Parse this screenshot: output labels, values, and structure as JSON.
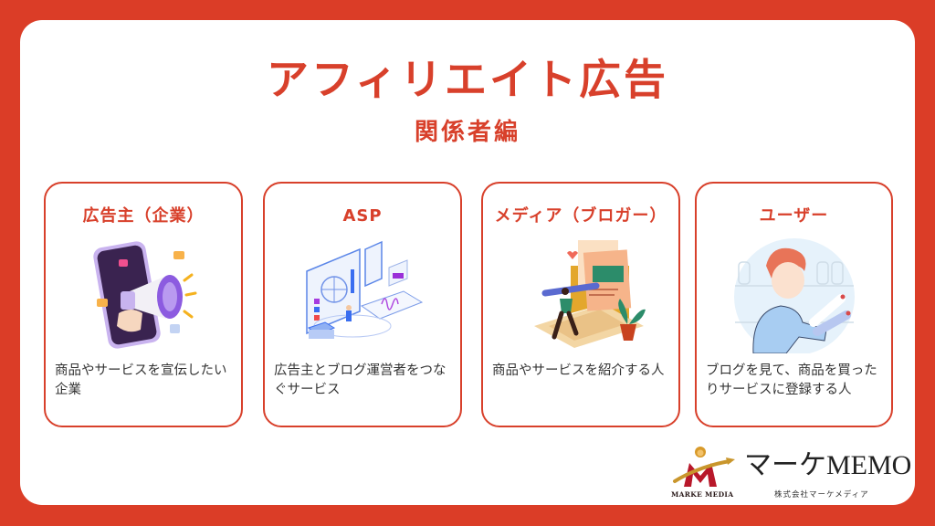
{
  "header": {
    "title": "アフィリエイト広告",
    "subtitle": "関係者編"
  },
  "cards": [
    {
      "title": "広告主（企業）",
      "illustration": "megaphone-phone-icon",
      "description": "商品やサービスを宣伝したい企業"
    },
    {
      "title": "ASP",
      "illustration": "network-dashboard-icon",
      "description": "広告主とブログ運営者をつなぐサービス"
    },
    {
      "title": "メディア（ブロガー）",
      "illustration": "blogger-laptop-icon",
      "description": "商品やサービスを紹介する人"
    },
    {
      "title": "ユーザー",
      "illustration": "shopper-user-icon",
      "description": "ブログを見て、商品を買ったりサービスに登録する人"
    }
  ],
  "logo": {
    "brand_name": "マーケMEMO",
    "mark_caption": "MARKE MEDIA",
    "company": "株式会社マーケメディア"
  },
  "colors": {
    "accent": "#d8402b",
    "background": "#db3d27",
    "panel": "#ffffff",
    "text": "#333333"
  }
}
